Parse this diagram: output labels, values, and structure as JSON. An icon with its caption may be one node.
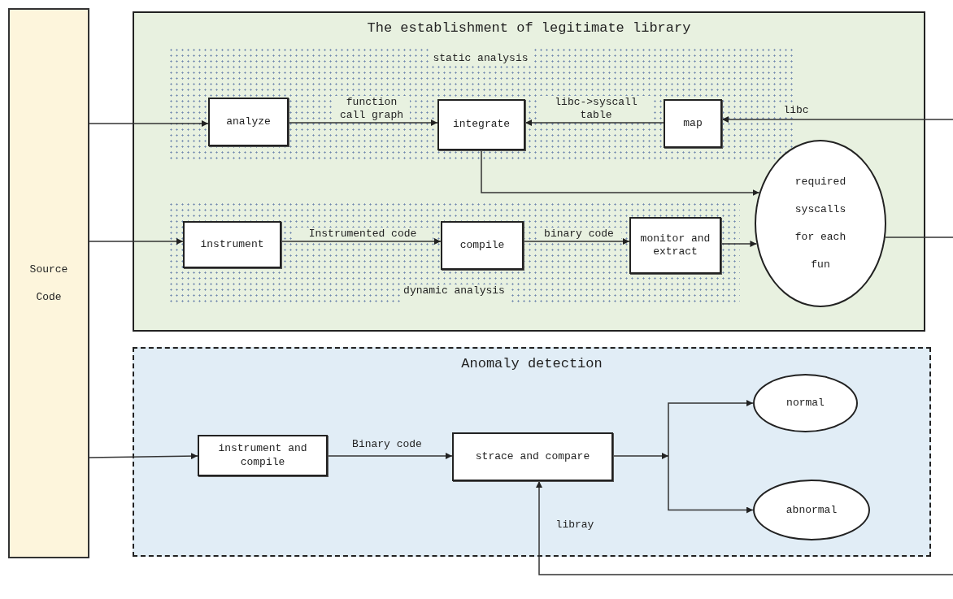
{
  "diagram": {
    "nodes": [
      {
        "text": [
          "Source Code"
        ]
      },
      {
        "text": [
          "The establishment of legitimate library"
        ]
      },
      {
        "text": [
          "static analysis"
        ],
        "in": 1
      },
      {
        "text": [
          "analyze"
        ],
        "in": 2
      },
      {
        "text": [
          "integrate"
        ],
        "in": 2
      },
      {
        "text": [
          "map"
        ],
        "in": 2
      },
      {
        "text": [
          "dynamic analysis"
        ],
        "in": 1
      },
      {
        "text": [
          "instrument"
        ],
        "in": 6
      },
      {
        "text": [
          "compile"
        ],
        "in": 6
      },
      {
        "text": [
          "monitor and extract"
        ],
        "in": 6
      },
      {
        "text": [
          "required syscalls for each fun"
        ],
        "in": 1
      },
      {
        "text": [
          "Anomaly detection"
        ]
      },
      {
        "text": [
          "instrument and compile"
        ],
        "in": 11
      },
      {
        "text": [
          "strace and compare"
        ],
        "in": 11
      },
      {
        "text": [
          "normal"
        ],
        "in": 11
      },
      {
        "text": [
          "abnormal"
        ],
        "in": 11
      }
    ],
    "edges": [
      {
        "from": 0,
        "to": 3,
        "arrow": "to"
      },
      {
        "from": 0,
        "to": 7,
        "arrow": "to"
      },
      {
        "from": 0,
        "to": 12,
        "arrow": "to"
      },
      {
        "from": 3,
        "to": 4,
        "arrow": "to",
        "label": "function call graph"
      },
      {
        "from": 5,
        "to": 4,
        "arrow": "to",
        "label": "libc->syscall table"
      },
      {
        "from": null,
        "to": 5,
        "arrow": "to",
        "label": "libc"
      },
      {
        "from": 4,
        "to": 10,
        "arrow": "to"
      },
      {
        "from": 7,
        "to": 8,
        "arrow": "to",
        "label": "Instrumented code"
      },
      {
        "from": 8,
        "to": 9,
        "arrow": "to",
        "label": "binary code"
      },
      {
        "from": 9,
        "to": 10,
        "arrow": "to"
      },
      {
        "from": 10,
        "to": null,
        "arrow": "none"
      },
      {
        "from": 12,
        "to": 13,
        "arrow": "to",
        "label": "Binary code"
      },
      {
        "from": null,
        "to": 13,
        "arrow": "to",
        "label": "libray"
      },
      {
        "from": 13,
        "to": 14,
        "arrow": "to"
      },
      {
        "from": 13,
        "to": 15,
        "arrow": "to"
      }
    ]
  }
}
